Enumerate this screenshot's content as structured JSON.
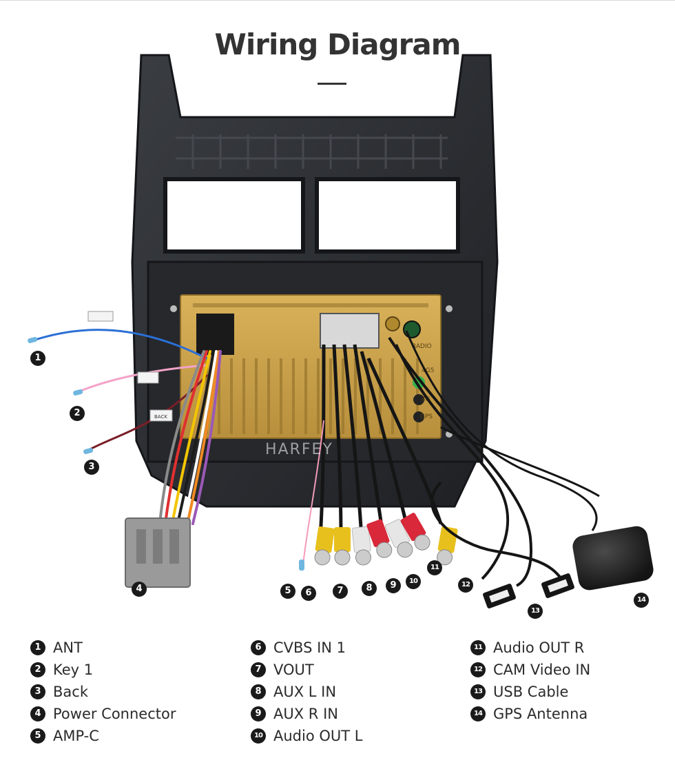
{
  "title": "Wiring Diagram",
  "brand_watermark": "HARFEY",
  "unit_labels": {
    "radio": "RADIO",
    "port_4g_a": "4G5",
    "port_4g_b": "4G",
    "gps": "GPS",
    "back_tag": "BACK"
  },
  "callouts": [
    {
      "n": "1"
    },
    {
      "n": "2"
    },
    {
      "n": "3"
    },
    {
      "n": "4"
    },
    {
      "n": "5"
    },
    {
      "n": "6"
    },
    {
      "n": "7"
    },
    {
      "n": "8"
    },
    {
      "n": "9"
    },
    {
      "n": "10"
    },
    {
      "n": "11"
    },
    {
      "n": "12"
    },
    {
      "n": "13"
    },
    {
      "n": "14"
    }
  ],
  "legend": {
    "column1": [
      {
        "n": "1",
        "label": "ANT"
      },
      {
        "n": "2",
        "label": "Key 1"
      },
      {
        "n": "3",
        "label": "Back"
      },
      {
        "n": "4",
        "label": "Power Connector"
      },
      {
        "n": "5",
        "label": "AMP-C"
      }
    ],
    "column2": [
      {
        "n": "6",
        "label": "CVBS IN 1"
      },
      {
        "n": "7",
        "label": "VOUT"
      },
      {
        "n": "8",
        "label": "AUX L IN"
      },
      {
        "n": "9",
        "label": "AUX R IN"
      },
      {
        "n": "10",
        "label": "Audio OUT L"
      }
    ],
    "column3": [
      {
        "n": "11",
        "label": "Audio OUT R"
      },
      {
        "n": "12",
        "label": "CAM Video IN"
      },
      {
        "n": "13",
        "label": "USB Cable"
      },
      {
        "n": "14",
        "label": "GPS Antenna"
      }
    ]
  },
  "colors": {
    "frame": "#2a2c30",
    "unit_gold": "#c9a24a",
    "rca_yellow": "#e8c01e",
    "rca_red": "#d8283a",
    "rca_white": "#e6e6e6",
    "connector_gray": "#9a9a9a"
  }
}
